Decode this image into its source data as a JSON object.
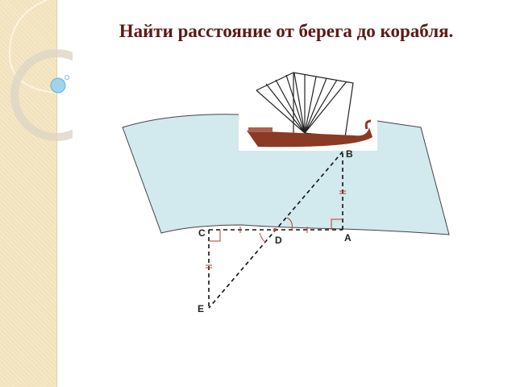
{
  "slide": {
    "title": "Найти расстояние от берега до корабля."
  },
  "diagram": {
    "points": {
      "A": "A",
      "B": "B",
      "C": "C",
      "D": "D",
      "E": "E"
    },
    "colors": {
      "water": "#d2e9ee",
      "marks": "#c0392b",
      "lines": "#111111",
      "title": "#5b1a14"
    }
  }
}
